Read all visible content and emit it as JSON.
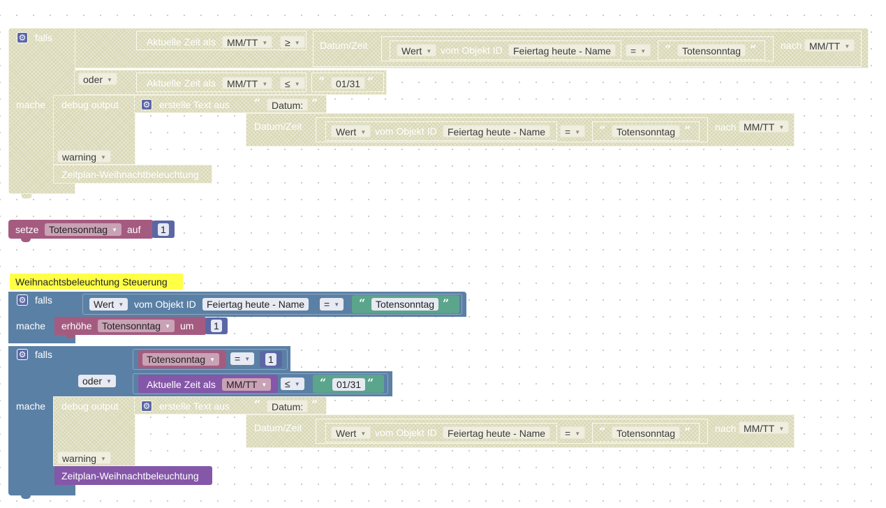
{
  "block1": {
    "falls": "falls",
    "oder": "oder",
    "mache": "mache",
    "aktuelle_zeit": "Aktuelle Zeit als",
    "format": "MM/TT",
    "op_ge": "≥",
    "op_le": "≤",
    "datum_zeit": "Datum/Zeit",
    "wert": "Wert",
    "vom_objekt": "vom Objekt ID",
    "objekt_id": "Feiertag heute - Name",
    "op_eq": "=",
    "text_totensonntag": "Totensonntag",
    "nach": "nach",
    "date_0131": "01/31",
    "debug_output": "debug output",
    "erstelle_text": "erstelle Text aus",
    "text_datum": "Datum:",
    "level": "warning",
    "text_schedule": "Zeitplan-Weihnachtbeleuchtung"
  },
  "setze": {
    "label": "setze",
    "variable": "Totensonntag",
    "auf": "auf",
    "value": "1"
  },
  "block2": {
    "comment": "Weihnachtsbeleuchtung Steuerung",
    "falls": "falls",
    "mache": "mache",
    "wert": "Wert",
    "vom_objekt": "vom Objekt ID",
    "objekt_id": "Feiertag heute - Name",
    "op_eq": "=",
    "text_totensonntag": "Totensonntag",
    "erhoehe": "erhöhe",
    "variable": "Totensonntag",
    "um": "um",
    "inc_value": "1"
  },
  "block3": {
    "falls": "falls",
    "oder": "oder",
    "mache": "mache",
    "variable": "Totensonntag",
    "op_eq": "=",
    "cmp_value": "1",
    "aktuelle_zeit": "Aktuelle Zeit als",
    "format": "MM/TT",
    "op_le": "≤",
    "date_0131": "01/31",
    "debug_output": "debug output",
    "erstelle_text": "erstelle Text aus",
    "text_datum": "Datum:",
    "datum_zeit": "Datum/Zeit",
    "wert": "Wert",
    "vom_objekt": "vom Objekt ID",
    "objekt_id": "Feiertag heute - Name",
    "text_totensonntag": "Totensonntag",
    "nach": "nach",
    "level": "warning",
    "text_schedule": "Zeitplan-Weihnachtbeleuchtung"
  },
  "icons": [
    "gear-icon",
    "dropdown-arrow-icon",
    "open-quote-icon",
    "close-quote-icon"
  ],
  "colors": {
    "disabled_block": "#d9d8b6",
    "logic_block": "#5b80a5",
    "variable_block": "#a55b80",
    "math_block": "#5b67a5",
    "text_block": "#5ba58c",
    "purple_block": "#8557a8",
    "comment_bg": "#ffff45"
  }
}
